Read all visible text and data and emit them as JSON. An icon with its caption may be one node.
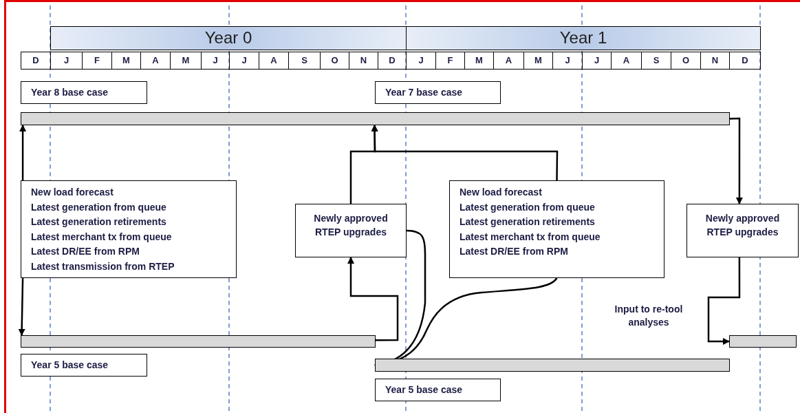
{
  "diagram": {
    "nodes": [
      {
        "text": [
          "Year 0"
        ]
      },
      {
        "text": [
          "Year 1"
        ]
      },
      {
        "text": [
          "Year 8 base case"
        ]
      },
      {
        "text": [
          "Year 7 base case"
        ]
      },
      {
        "text": [],
        "shape": "bar"
      },
      {
        "text": [
          "New load forecast",
          "Latest generation from queue",
          "Latest generation retirements",
          "Latest merchant tx from queue",
          "Latest DR/EE from RPM",
          "Latest transmission from RTEP"
        ]
      },
      {
        "text": [
          "Newly approved RTEP upgrades"
        ]
      },
      {
        "text": [
          "New load forecast",
          "Latest generation from queue",
          "Latest generation retirements",
          "Latest merchant tx from queue",
          "Latest DR/EE from RPM"
        ]
      },
      {
        "text": [
          "Newly approved RTEP upgrades"
        ]
      },
      {
        "text": [],
        "shape": "bar"
      },
      {
        "text": [
          "Year 5 base case"
        ]
      },
      {
        "text": [],
        "shape": "bar"
      },
      {
        "text": [
          "Year 5 base case"
        ]
      },
      {
        "text": [],
        "shape": "bar"
      }
    ],
    "edges": [
      {
        "from": 5,
        "to": 4,
        "arrow": "to"
      },
      {
        "from": 5,
        "to": 9,
        "arrow": "to"
      },
      {
        "from": 9,
        "to": 6,
        "arrow": "to"
      },
      {
        "from": 6,
        "to": 4,
        "arrow": "to"
      },
      {
        "from": 7,
        "to": 4,
        "arrow": "to"
      },
      {
        "from": 6,
        "to": 11,
        "arrow": "to"
      },
      {
        "from": 7,
        "to": 11,
        "arrow": "to"
      },
      {
        "from": 4,
        "to": 8,
        "arrow": "to"
      },
      {
        "from": 8,
        "to": 13,
        "arrow": "to",
        "label": "Input to re-tool analyses"
      }
    ],
    "labels": [
      "D",
      "J",
      "F",
      "M",
      "A",
      "M",
      "J",
      "J",
      "A",
      "S",
      "O",
      "N",
      "D",
      "J",
      "F",
      "M",
      "A",
      "M",
      "J",
      "J",
      "A",
      "S",
      "O",
      "N",
      "D"
    ]
  }
}
